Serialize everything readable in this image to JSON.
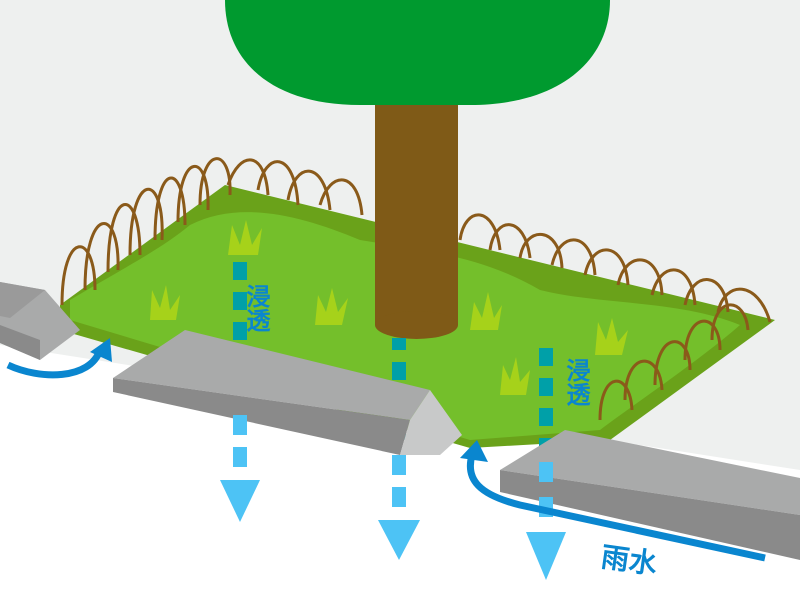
{
  "labels": {
    "infiltration_left": "浸透",
    "infiltration_right": "浸透",
    "rainwater": "雨水"
  },
  "colors": {
    "pavement": "#eef0ef",
    "bed": "#74bf2b",
    "bed_dark": "#6aa21a",
    "canopy": "#009a2f",
    "trunk": "#7f5a17",
    "curb_top": "#a9aaaa",
    "curb_side": "#8a8a8a",
    "infiltration": "#00a0a8",
    "seep": "#4dc3f5",
    "rain": "#0a86cf"
  }
}
